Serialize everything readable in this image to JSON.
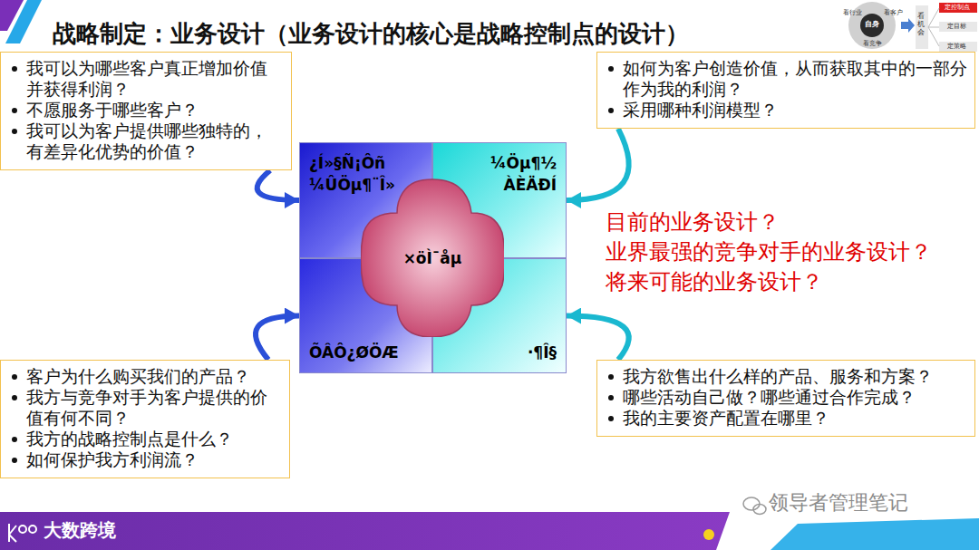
{
  "diagram": {
    "title": "战略制定：业务设计（业务设计的核心是战略控制点的设计）",
    "nodes": [
      {
        "text": [
          "我可以为哪些客户真正增加价值并获得利润？",
          "不愿服务于哪些客户？",
          "我可以为客户提供哪些独特的，有差异化优势的价值？"
        ]
      },
      {
        "text": [
          "如何为客户创造价值，从而获取其中的一部分作为我的利润？",
          "采用哪种利润模型？"
        ]
      },
      {
        "text": [
          "¿Í»§Ñ¡Ôñ ¼ÛÖµ¶¨Î»"
        ]
      },
      {
        "text": [
          "¼Öµ¶½ ÀÈÄÐÍ"
        ]
      },
      {
        "text": [
          "×öÌ¯åµ"
        ]
      },
      {
        "text": [
          "ÕÂÔ¿ØÖÆ"
        ]
      },
      {
        "text": [
          "·¶Î§"
        ]
      },
      {
        "text": [
          "客户为什么购买我们的产品？",
          "我方与竞争对手为客户提供的价值有何不同？",
          "我方的战略控制点是什么？",
          "如何保护我方利润流？"
        ]
      },
      {
        "text": [
          "我方欲售出什么样的产品、服务和方案？",
          "哪些活动自己做？哪些通过合作完成？",
          "我的主要资产配置在哪里？"
        ]
      }
    ],
    "edges": [
      {
        "from": 0,
        "to": 2,
        "arrow": "to"
      },
      {
        "from": 1,
        "to": 3,
        "arrow": "to"
      },
      {
        "from": 7,
        "to": 5,
        "arrow": "to"
      },
      {
        "from": 8,
        "to": 6,
        "arrow": "to"
      }
    ],
    "labels": [
      "看行业",
      "看客户",
      "自身",
      "看竞争",
      "看机会",
      "定控制点",
      "定目标",
      "定策略",
      "目前的业务设计？",
      "业界最强的竞争对手的业务设计？",
      "将来可能的业务设计？",
      "大数跨境",
      "领导者管理笔记"
    ]
  }
}
